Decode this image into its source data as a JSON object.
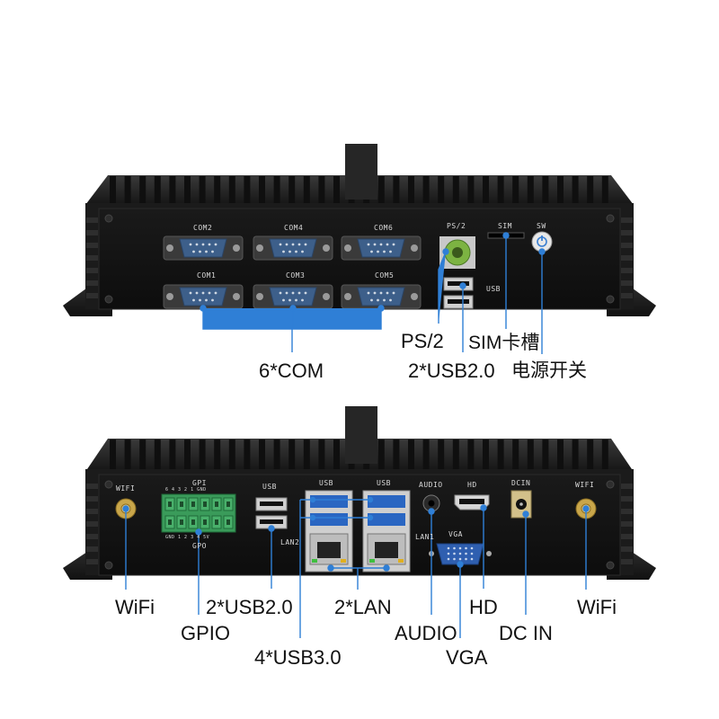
{
  "top_unit": {
    "panel_labels": {
      "com2": "COM2",
      "com4": "COM4",
      "com6": "COM6",
      "com1": "COM1",
      "com3": "COM3",
      "com5": "COM5",
      "ps2": "PS/2",
      "sim": "SIM",
      "sw": "SW",
      "usb": "USB"
    },
    "callouts": {
      "com": "6*COM",
      "ps2": "PS/2",
      "usb20": "2*USB2.0",
      "sim": "SIM卡槽",
      "power": "电源开关"
    }
  },
  "bottom_unit": {
    "panel_labels": {
      "wifi_left": "WIFI",
      "gpi": "GPI",
      "gpo": "GPO",
      "gpi_pins": "6 4 3 2 1 GND",
      "gpo_pins": "GND 1 2 3 4 5V",
      "usb_a": "USB",
      "lan2": "LAN2",
      "usb_b": "USB",
      "usb_c": "USB",
      "lan1": "LAN1",
      "audio": "AUDIO",
      "hd": "HD",
      "vga": "VGA",
      "dcin": "DCIN",
      "wifi_right": "WIFI"
    },
    "callouts": {
      "wifi_left": "WiFi",
      "gpio": "GPIO",
      "usb20": "2*USB2.0",
      "usb30": "4*USB3.0",
      "lan": "2*LAN",
      "audio": "AUDIO",
      "vga": "VGA",
      "hd": "HD",
      "dcin": "DC IN",
      "wifi_right": "WiFi"
    }
  },
  "colors": {
    "chassis": "#1b1b1b",
    "panel": "#121212",
    "fin": "#2a2a2a",
    "leader": "#2f7fd6",
    "db9": "#3d5f8a",
    "usb3": "#2a66c2",
    "ps2": "#7cb342",
    "gpio": "#3a9b5a",
    "text": "#111111"
  }
}
